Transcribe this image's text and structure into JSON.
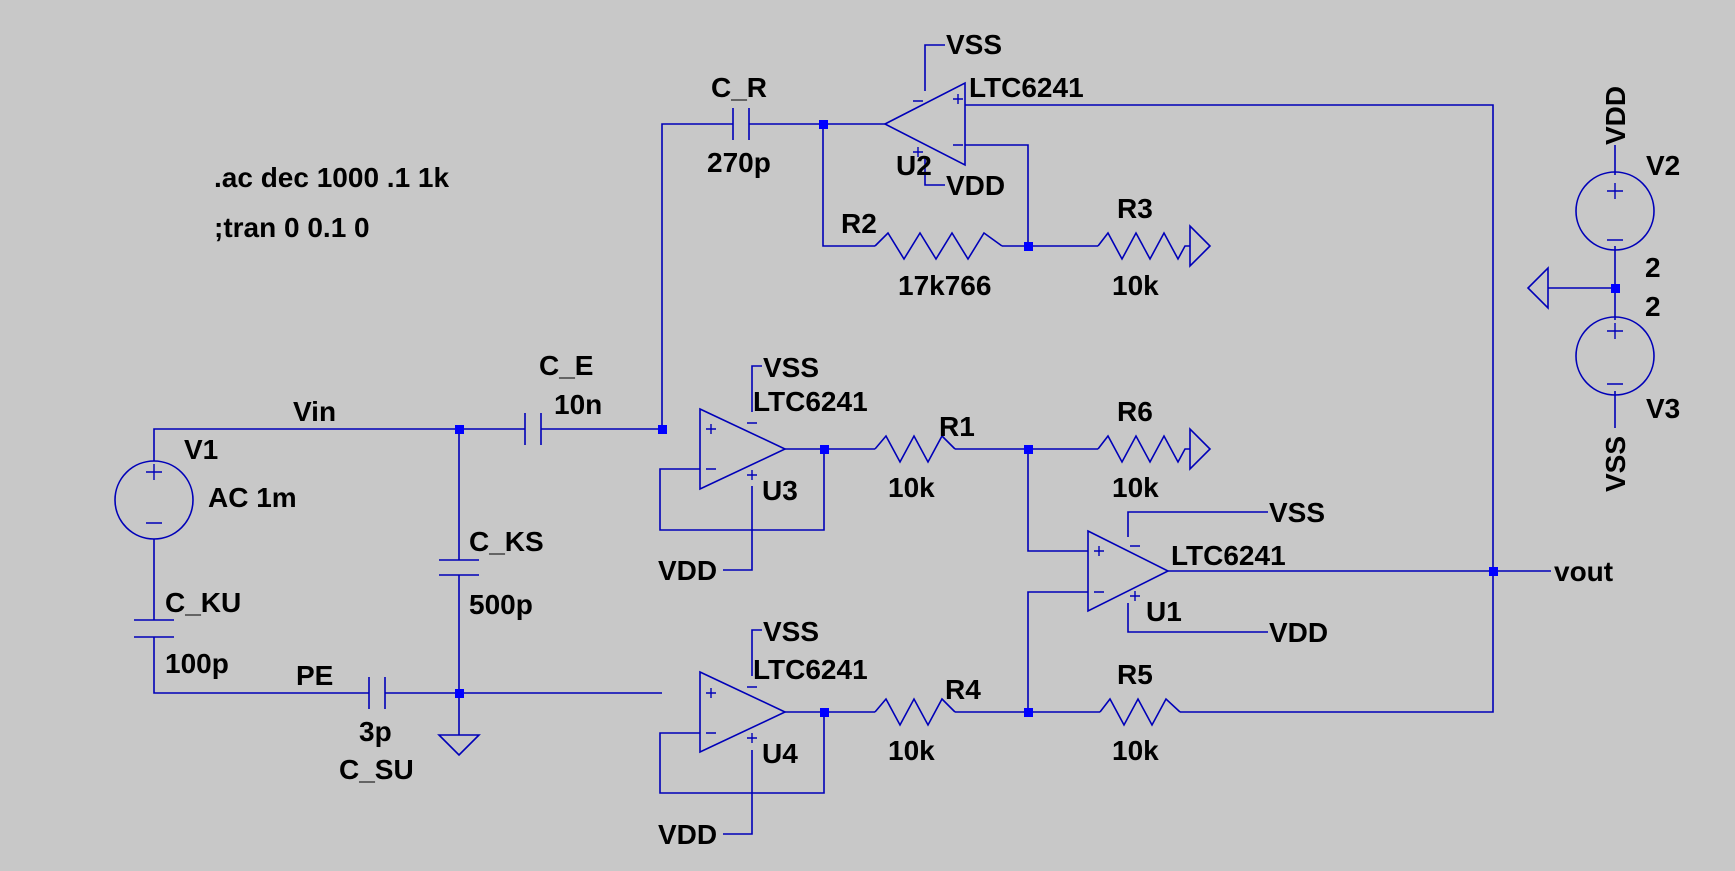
{
  "directives": {
    "ac": ".ac dec 1000 .1 1k",
    "tran": ";tran 0 0.1 0"
  },
  "net_labels": {
    "vin": "Vin",
    "vout": "vout",
    "pe": "PE"
  },
  "sources": {
    "v1": {
      "name": "V1",
      "value": "AC 1m"
    },
    "v2": {
      "name": "V2",
      "value": "2",
      "net": "VDD"
    },
    "v3": {
      "name": "V3",
      "value": "2",
      "net": "VSS"
    }
  },
  "capacitors": {
    "c_r": {
      "name": "C_R",
      "value": "270p"
    },
    "c_e": {
      "name": "C_E",
      "value": "10n"
    },
    "c_ks": {
      "name": "C_KS",
      "value": "500p"
    },
    "c_ku": {
      "name": "C_KU",
      "value": "100p"
    },
    "c_su": {
      "name": "C_SU",
      "value": "3p"
    }
  },
  "resistors": {
    "r1": {
      "name": "R1",
      "value": "10k"
    },
    "r2": {
      "name": "R2",
      "value": "17k766"
    },
    "r3": {
      "name": "R3",
      "value": "10k"
    },
    "r4": {
      "name": "R4",
      "value": "10k"
    },
    "r5": {
      "name": "R5",
      "value": "10k"
    },
    "r6": {
      "name": "R6",
      "value": "10k"
    }
  },
  "opamps": {
    "u1": {
      "name": "U1",
      "part": "LTC6241"
    },
    "u2": {
      "name": "U2",
      "part": "LTC6241"
    },
    "u3": {
      "name": "U3",
      "part": "LTC6241"
    },
    "u4": {
      "name": "U4",
      "part": "LTC6241"
    }
  },
  "rails": {
    "vss": "VSS",
    "vdd": "VDD"
  },
  "colors": {
    "background": "#c8c8c8",
    "wire": "#0000b8",
    "junction": "#0000ff",
    "text": "#000000"
  }
}
